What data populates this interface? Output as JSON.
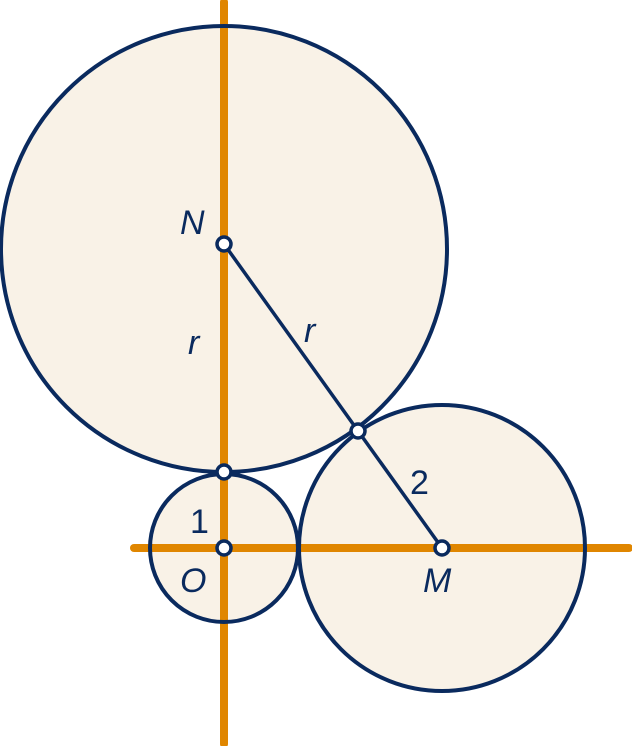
{
  "colors": {
    "axis": "#e08600",
    "stroke": "#0a2a5e",
    "fill": "#f9f2e7"
  },
  "labels": {
    "N": "N",
    "O": "O",
    "M": "M",
    "r_vertical": "r",
    "r_diagonal": "r",
    "radius_small": "1",
    "radius_medium": "2"
  }
}
